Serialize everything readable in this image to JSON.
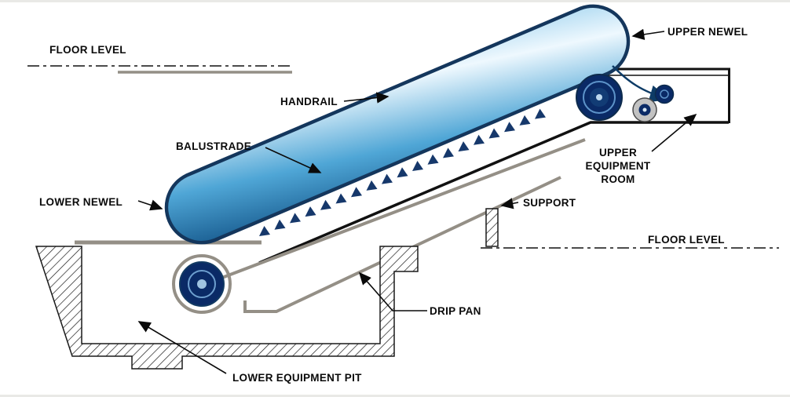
{
  "diagram": {
    "labels": {
      "floor_level_left": "FLOOR LEVEL",
      "upper_newel": "UPPER NEWEL",
      "handrail": "HANDRAIL",
      "balustrade": "BALUSTRADE",
      "lower_newel": "LOWER NEWEL",
      "floor_level_right": "FLOOR LEVEL",
      "support": "SUPPORT",
      "upper_equipment_room_lines": [
        "UPPER",
        "EQUIPMENT",
        "ROOM"
      ],
      "drip_pan": "DRIP PAN",
      "lower_equipment_pit": "LOWER EQUIPMENT PIT"
    },
    "colors": {
      "handrail_outline": "#14365c",
      "handrail_light": "#eef8fe",
      "handrail_mid": "#7ec3e8",
      "handrail_dark": "#1e6fa8",
      "step_teeth": "#16386b",
      "wheel_navy": "#0a2a66",
      "wheel_ring": "#5d93c9",
      "truss_gray": "#948f86",
      "line_black": "#111111"
    }
  }
}
